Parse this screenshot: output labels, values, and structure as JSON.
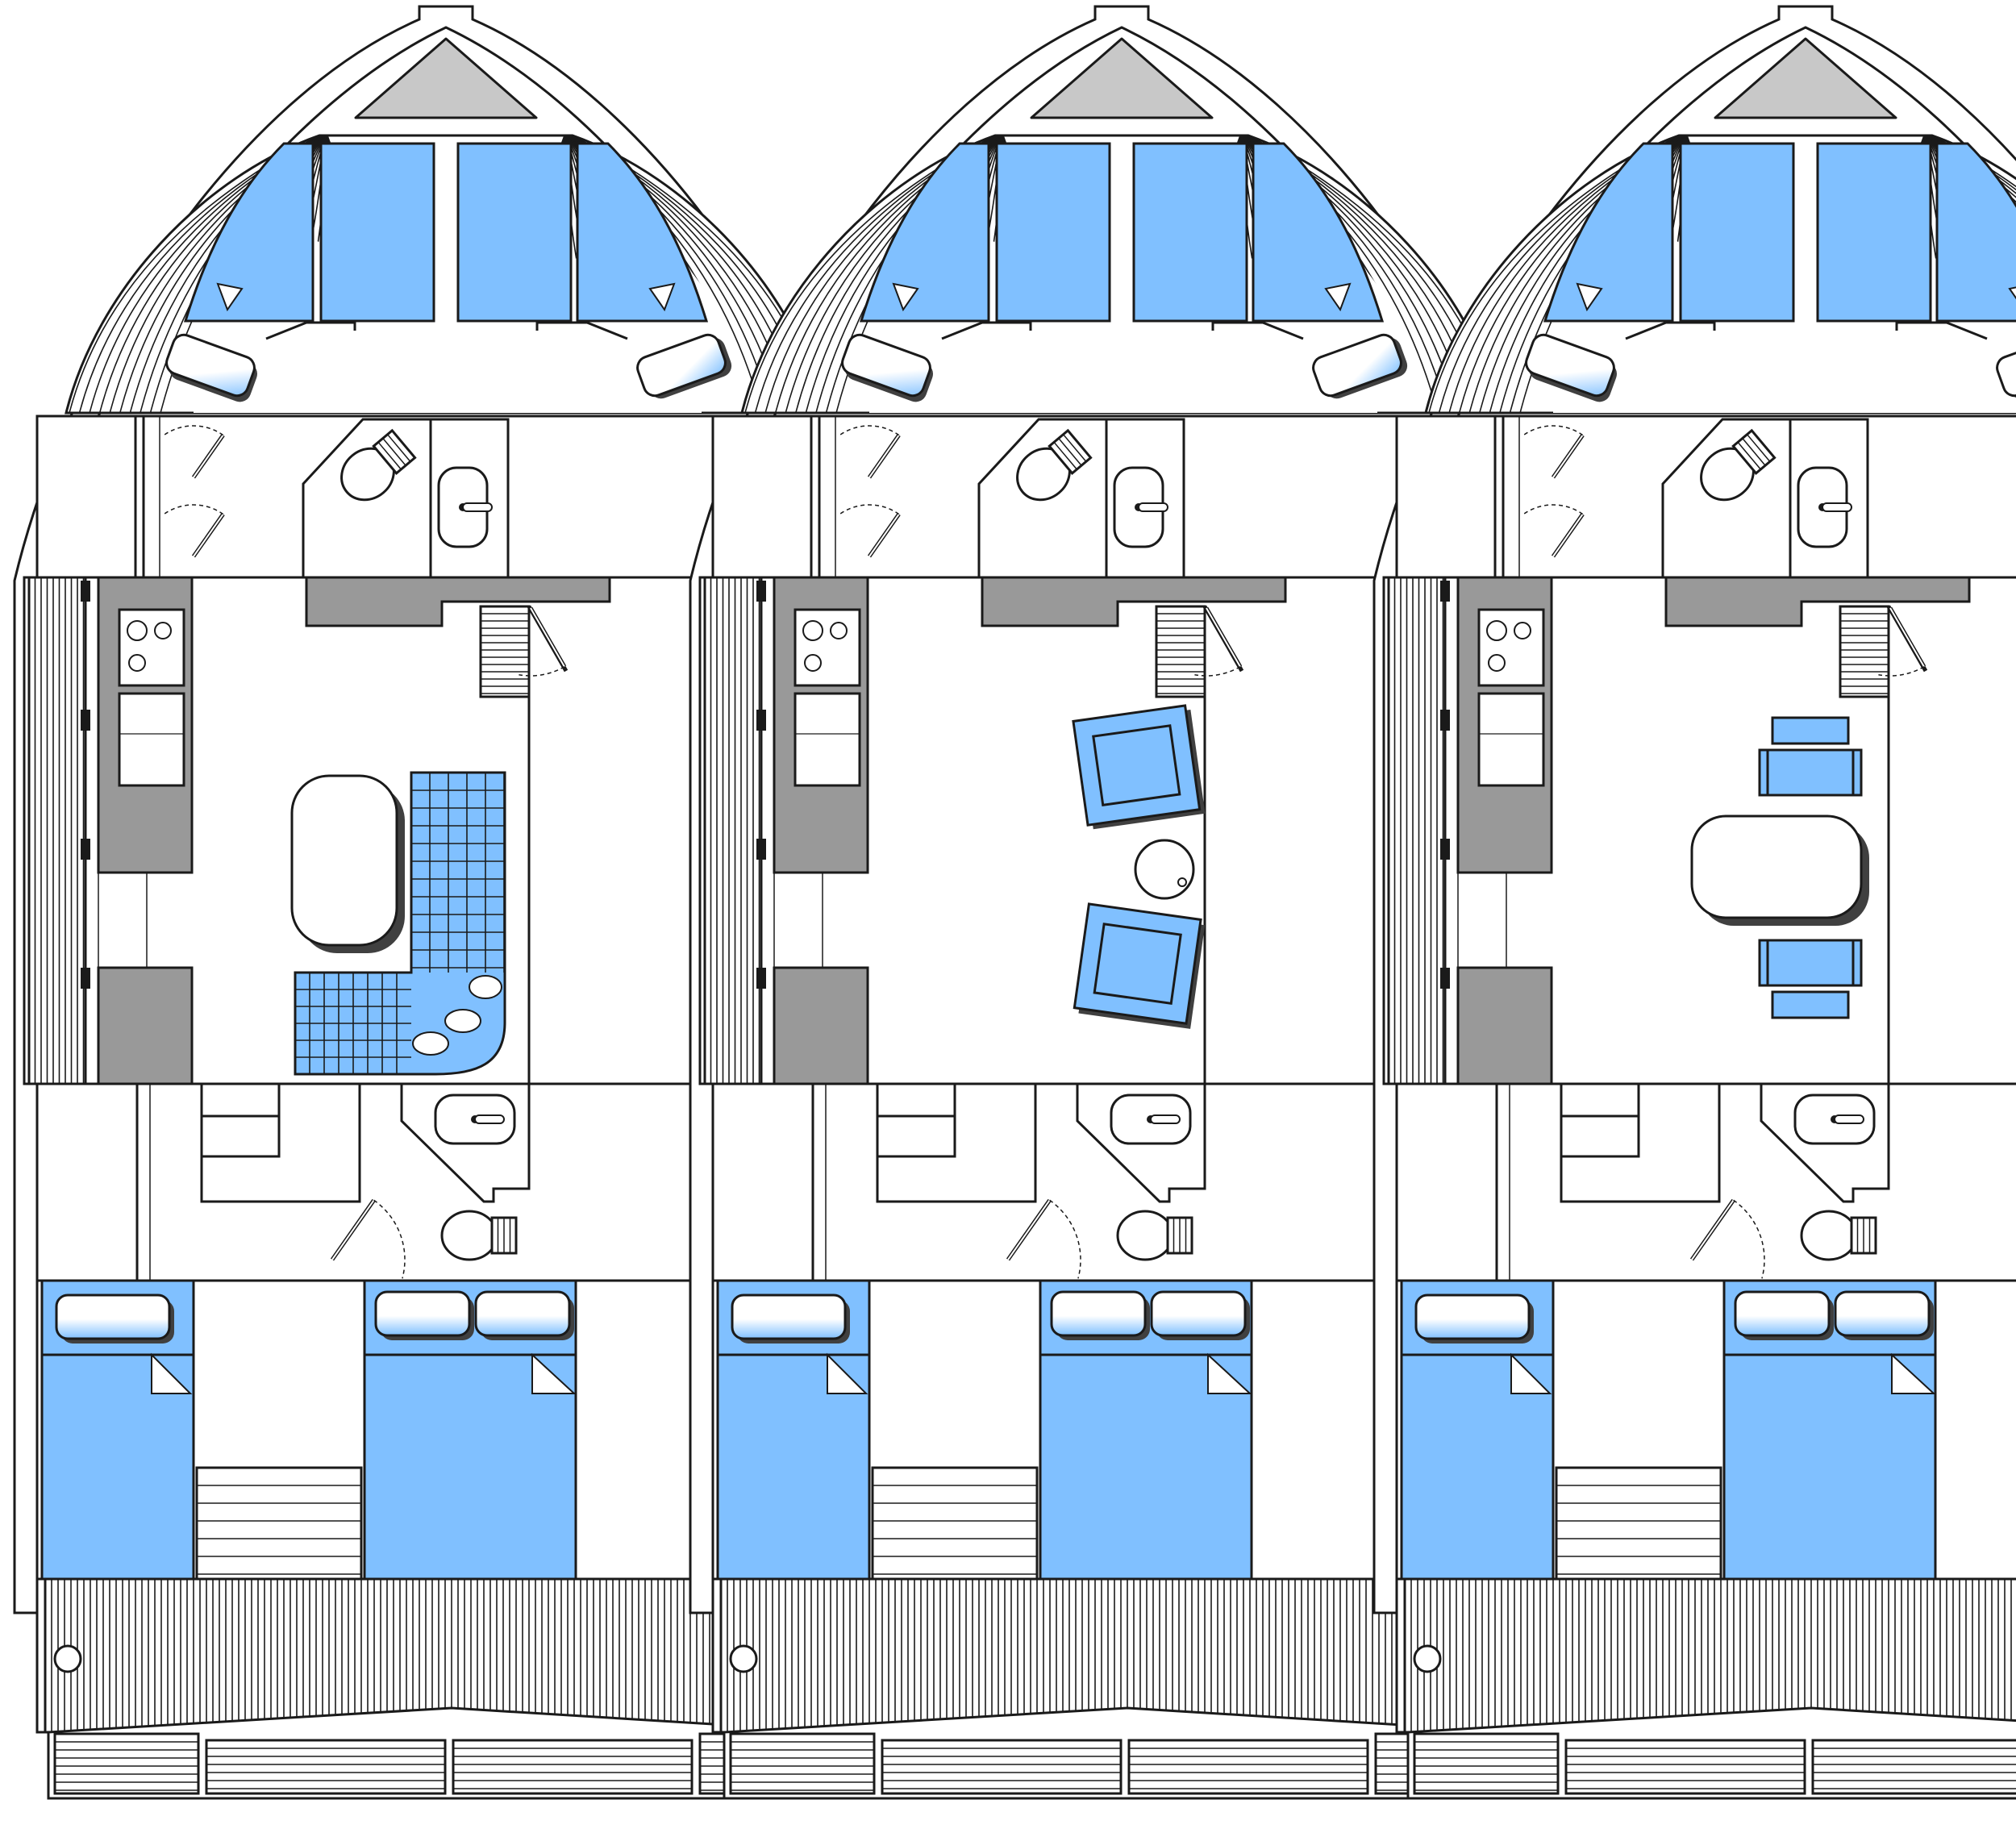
{
  "diagram": {
    "kind": "boat-deck-plan-variants",
    "layout_variants": [
      {
        "id": "variant-a",
        "salon_furniture": "sofa-with-table"
      },
      {
        "id": "variant-b",
        "salon_furniture": "armchairs-with-side-table"
      },
      {
        "id": "variant-c",
        "salon_furniture": "dining-table-with-chairs"
      }
    ]
  },
  "colors": {
    "background": "#ffffff",
    "outline": "#1a1a1a",
    "cabin_fill": "#80c0ff",
    "galley_fill": "#999999",
    "bow_fill": "#c8c8c8",
    "shadow": "#404040",
    "teak_lines": "#1a1a1a"
  },
  "icons": {
    "bed": "bed-icon",
    "pillow": "pillow-icon",
    "toilet": "toilet-icon",
    "sink": "sink-icon",
    "stove": "stove-icon",
    "door": "door-icon",
    "stairs": "stairs-icon",
    "bollard": "bollard-icon"
  }
}
